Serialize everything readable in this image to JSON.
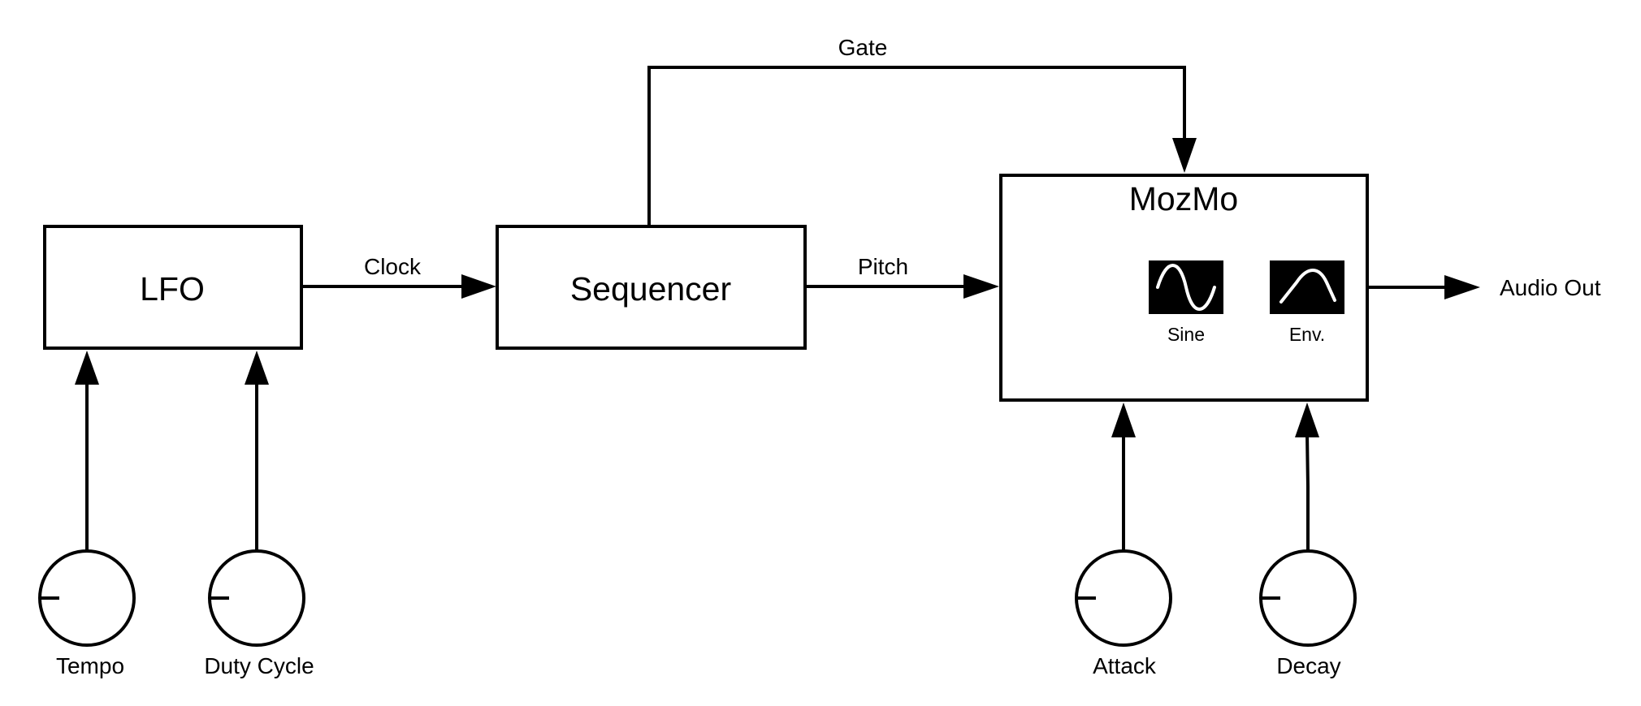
{
  "blocks": {
    "lfo": "LFO",
    "sequencer": "Sequencer",
    "mozmo": "MozMo"
  },
  "signals": {
    "clock": "Clock",
    "pitch": "Pitch",
    "gate": "Gate",
    "audio_out": "Audio Out"
  },
  "mozmo_buttons": {
    "sine": "Sine",
    "env": "Env."
  },
  "knobs": {
    "tempo": "Tempo",
    "duty_cycle": "Duty Cycle",
    "attack": "Attack",
    "decay": "Decay"
  }
}
